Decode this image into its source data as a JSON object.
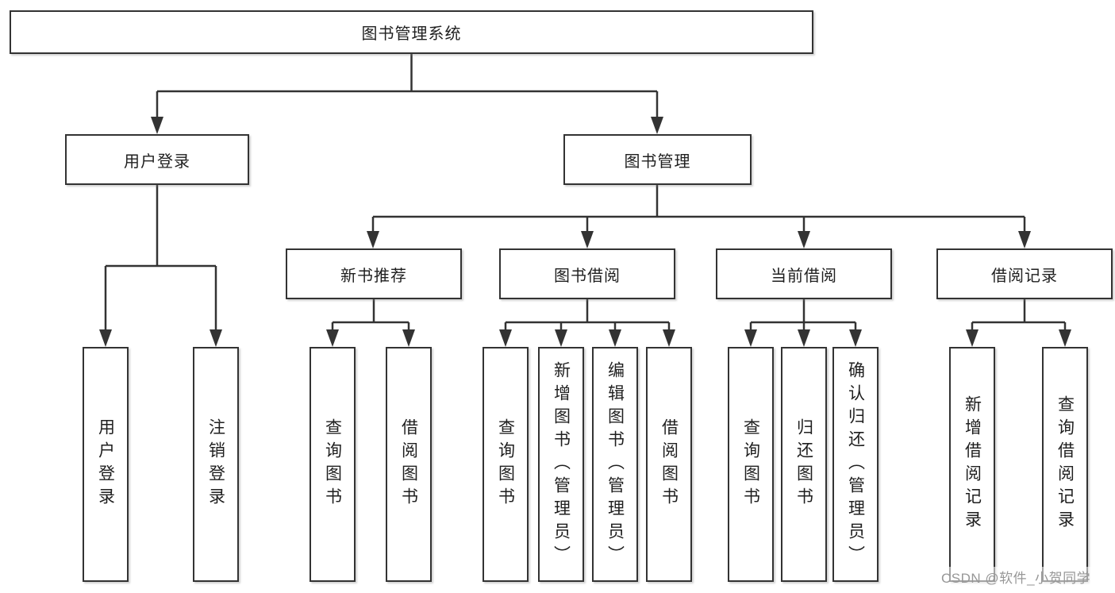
{
  "diagram": {
    "title": "图书管理系统",
    "root": {
      "label": "图书管理系统",
      "children": [
        {
          "label": "用户登录",
          "children": [
            {
              "label": "用户登录"
            },
            {
              "label": "注销登录"
            }
          ]
        },
        {
          "label": "图书管理",
          "children": [
            {
              "label": "新书推荐",
              "children": [
                {
                  "label": "查询图书"
                },
                {
                  "label": "借阅图书"
                }
              ]
            },
            {
              "label": "图书借阅",
              "children": [
                {
                  "label": "查询图书"
                },
                {
                  "label": "新增图书（管理员）"
                },
                {
                  "label": "编辑图书（管理员）"
                },
                {
                  "label": "借阅图书"
                }
              ]
            },
            {
              "label": "当前借阅",
              "children": [
                {
                  "label": "查询图书"
                },
                {
                  "label": "归还图书"
                },
                {
                  "label": "确认归还（管理员）"
                }
              ]
            },
            {
              "label": "借阅记录",
              "children": [
                {
                  "label": "新增借阅记录"
                },
                {
                  "label": "查询借阅记录"
                }
              ]
            }
          ]
        }
      ]
    }
  },
  "watermark": {
    "text": "CSDN @软件_小贺同学"
  },
  "colors": {
    "line": "#333333",
    "box_border": "#333333",
    "text": "#1f1f1f",
    "watermark": "#979797",
    "background": "#ffffff"
  }
}
